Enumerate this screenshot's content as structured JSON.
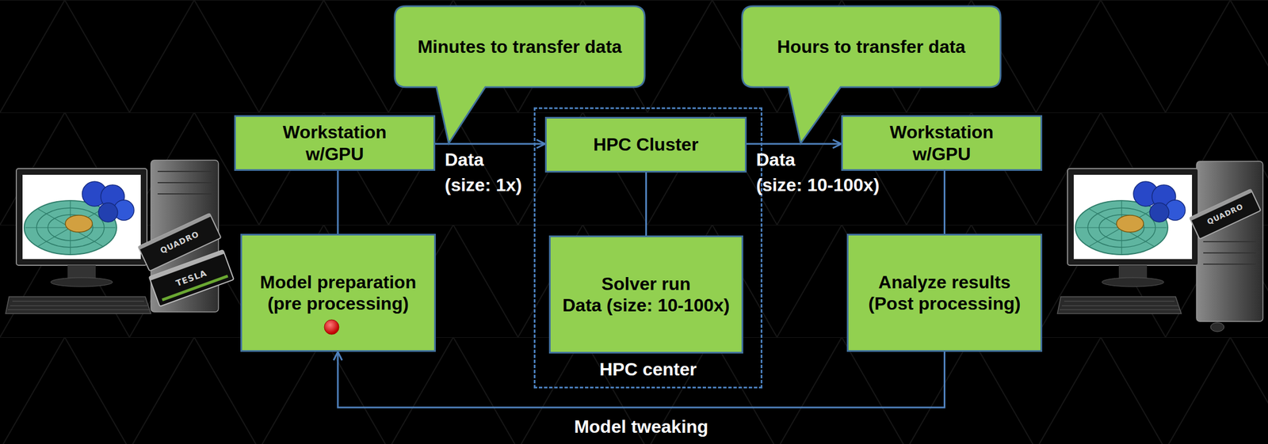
{
  "diagram": {
    "nodes": [
      {
        "text": [
          "Minutes to transfer data"
        ]
      },
      {
        "text": [
          "Hours to transfer data"
        ]
      },
      {
        "text": [
          "Workstation w/GPU"
        ]
      },
      {
        "text": [
          "HPC center"
        ]
      },
      {
        "text": [
          "HPC Cluster"
        ],
        "in": 3
      },
      {
        "text": [
          "Workstation w/GPU"
        ]
      },
      {
        "text": [
          "Model preparation (pre processing)"
        ]
      },
      {
        "text": [
          "Solver run",
          "Data (size: 10-100x)"
        ],
        "in": 3
      },
      {
        "text": [
          "Analyze results (Post processing)"
        ]
      }
    ],
    "edges": [
      {
        "from": 2,
        "to": 4,
        "label": "Data (size: 1x)",
        "arrow": "to"
      },
      {
        "from": 4,
        "to": 5,
        "label": "Data (size: 10-100x)",
        "arrow": "to"
      },
      {
        "from": 2,
        "to": 6,
        "arrow": "none"
      },
      {
        "from": 4,
        "to": 7,
        "arrow": "none"
      },
      {
        "from": 5,
        "to": 8,
        "arrow": "none"
      },
      {
        "from": 8,
        "to": 6,
        "label": "Model tweaking",
        "arrow": "to"
      }
    ],
    "labels": [
      "QUADRO",
      "TESLA",
      "QUADRO"
    ]
  }
}
